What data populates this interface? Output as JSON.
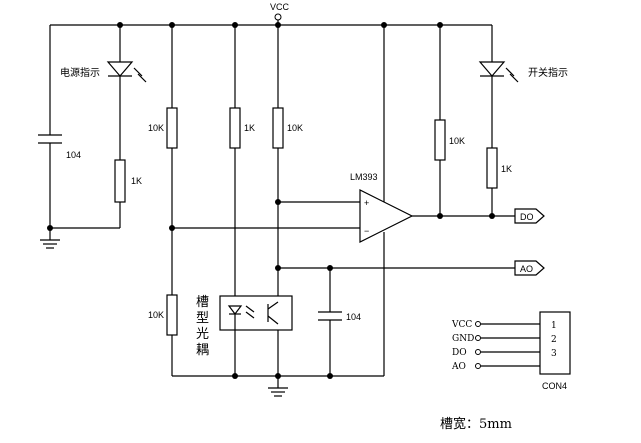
{
  "labels": {
    "vcc_top": "VCC",
    "power_led": "电源指示",
    "switch_led": "开关指示",
    "c1": "104",
    "r_power_led": "1K",
    "r1": "10K",
    "r2": "1K",
    "r3": "10K",
    "r4": "10K",
    "r5": "10K",
    "r_switch_led": "1K",
    "comparator": "LM393",
    "plus": "+",
    "minus": "−",
    "c2": "104",
    "optocoupler_line1": "槽",
    "optocoupler_line2": "型",
    "optocoupler_line3": "光",
    "optocoupler_line4": "耦",
    "do_out": "DO",
    "ao_out": "AO",
    "con_vcc": "VCC",
    "con_gnd": "GND",
    "con_do": "DO",
    "con_ao": "AO",
    "con_pin1": "1",
    "con_pin2": "2",
    "con_pin3": "3",
    "con_name": "CON4",
    "slot_width": "槽宽：5mm"
  }
}
